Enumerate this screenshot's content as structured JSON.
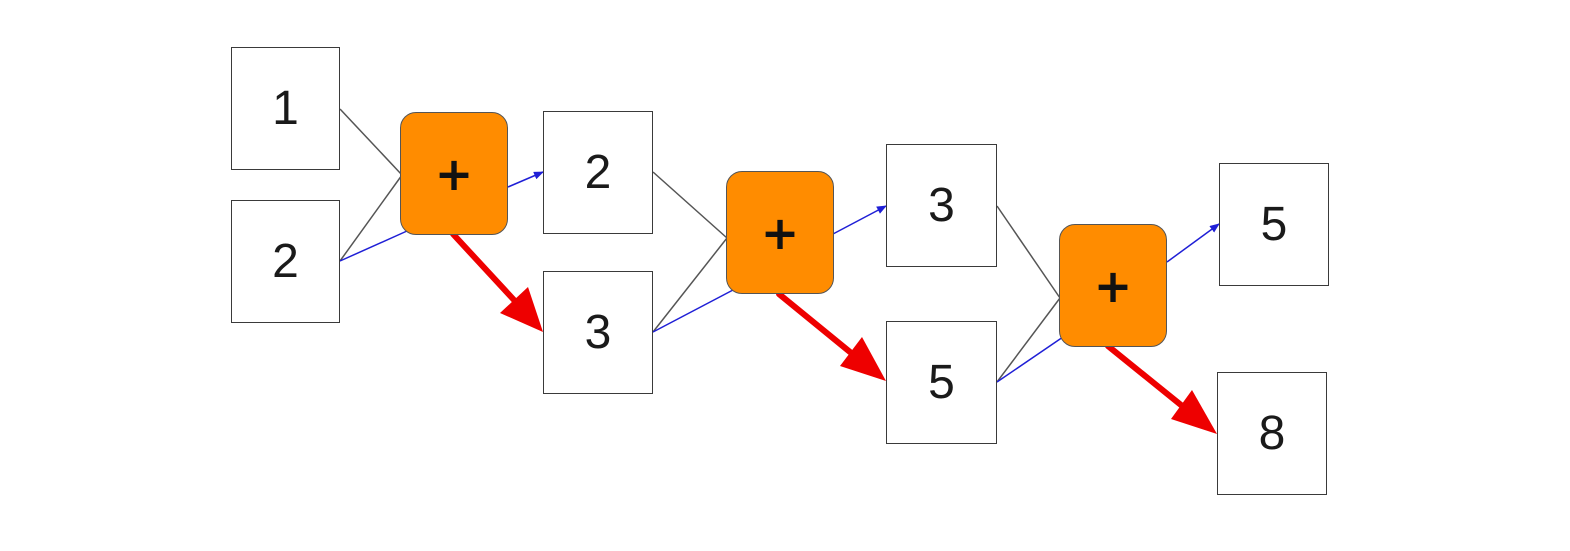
{
  "colors": {
    "operator_fill": "#ff8c00",
    "wire_gray": "#555555",
    "wire_blue": "#1f1fd6",
    "carry_red": "#ee0000"
  },
  "columns": [
    {
      "top_value": "1",
      "bottom_value": "2",
      "operator": "+",
      "sum_out": "2",
      "carry_out": "3"
    },
    {
      "top_value": "2",
      "bottom_value": "3",
      "operator": "+",
      "sum_out": "3",
      "carry_out": "5"
    },
    {
      "top_value": "3",
      "bottom_value": "5",
      "operator": "+",
      "sum_out": "5",
      "carry_out": "8"
    }
  ]
}
